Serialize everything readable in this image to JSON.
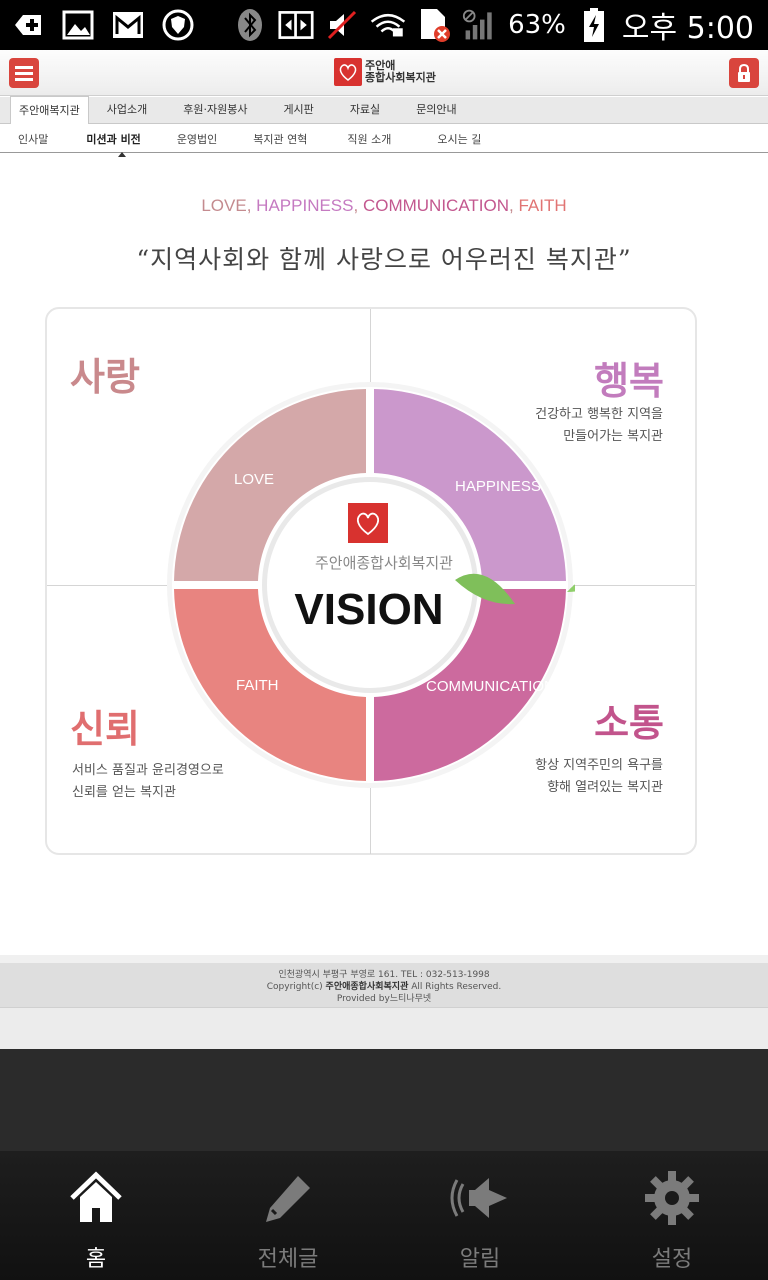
{
  "status_bar": {
    "battery_percent": "63%",
    "time": "오후 5:00"
  },
  "header": {
    "logo_line1": "주안애",
    "logo_line2": "종합사회복지관"
  },
  "nav_primary": [
    "주안애복지관",
    "사업소개",
    "후원·자원봉사",
    "게시판",
    "자료실",
    "문의안내"
  ],
  "nav_secondary": [
    "인사말",
    "미션과 비전",
    "운영법인",
    "복지관 연혁",
    "직원 소개",
    "오시는 길"
  ],
  "content": {
    "tagline": {
      "love": "LOVE",
      "happiness": "HAPPINESS",
      "communication": "COMMUNICATION",
      "faith": "FAITH",
      "sep": ","
    },
    "slogan": "“지역사회와 함께 사랑으로 어우러진 복지관”",
    "quadrants": {
      "love_title": "사랑",
      "happiness_title": "행복",
      "happiness_desc_1": "건강하고 행복한 지역을",
      "happiness_desc_2": "만들어가는 복지관",
      "faith_title": "신뢰",
      "faith_desc_1": "서비스 품질과 윤리경영으로",
      "faith_desc_2": "신뢰를 얻는 복지관",
      "communication_title": "소통",
      "communication_desc_1": "항상 지역주민의 욕구를",
      "communication_desc_2": "향해 열려있는 복지관"
    },
    "ring": {
      "love": "LOVE",
      "happiness": "HAPPINESS",
      "faith": "FAITH",
      "communication": "COMMUNICATION",
      "center_name": "주안애종합사회복지관",
      "center_word": "VISION"
    }
  },
  "footer": {
    "line1": "인천광역시 부평구 부영로 161. TEL : 032-513-1998",
    "line2_prefix": "Copyright(c) ",
    "line2_org": "주안애종합사회복지관",
    "line2_suffix": " All Rights Reserved.",
    "line3": "Provided by느티나무넷"
  },
  "tabbar": [
    "홈",
    "전체글",
    "알림",
    "설정"
  ],
  "colors": {
    "love": "#d4a8a9",
    "happiness": "#cb98cc",
    "faith": "#e88480",
    "communication": "#cc6a9e",
    "accent_red": "#d9453d"
  }
}
